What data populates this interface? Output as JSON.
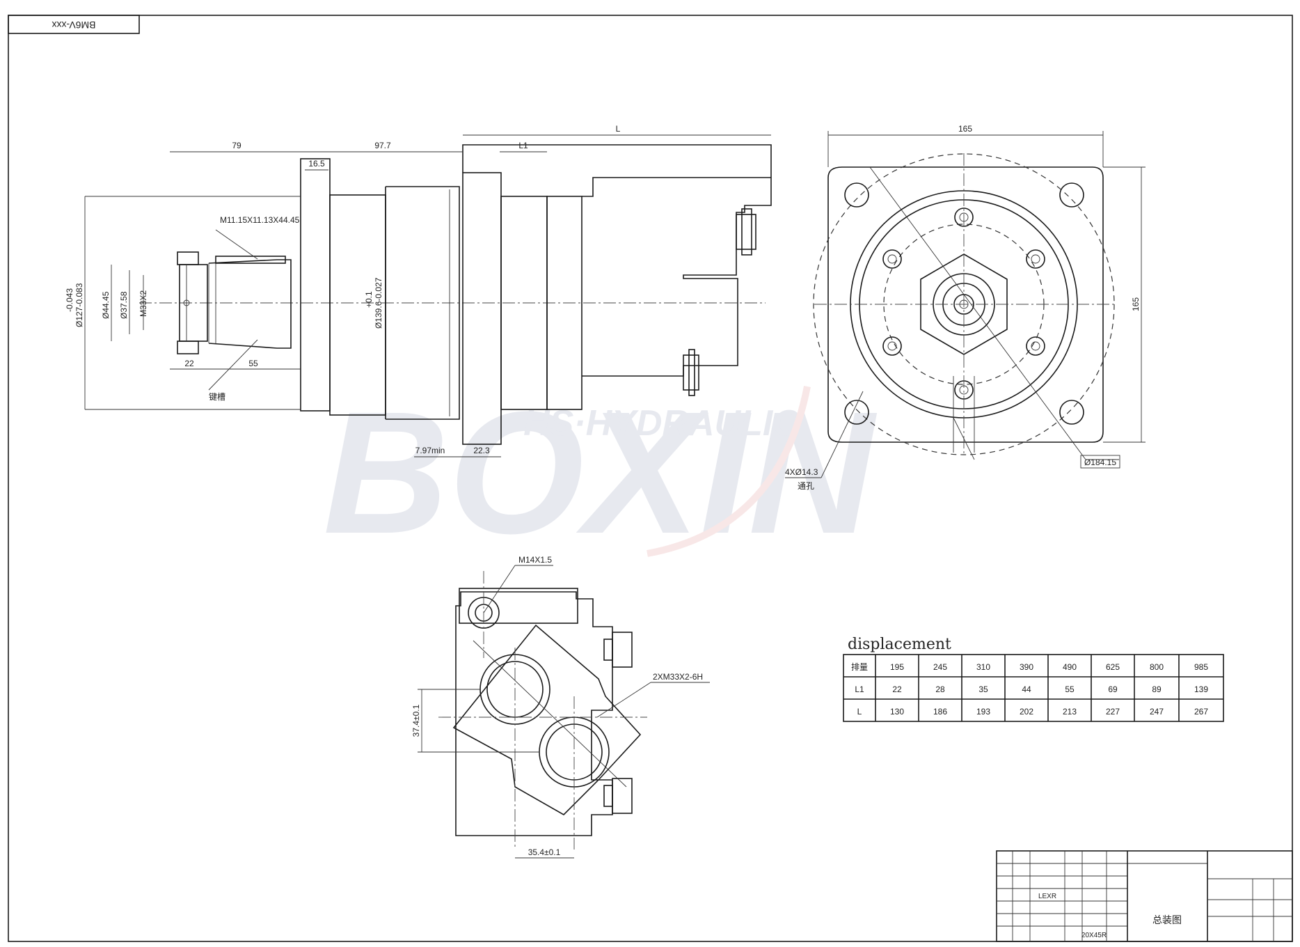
{
  "drawing_code": "BM6V-xxx",
  "watermark": {
    "brand": "BOXIN",
    "tagline": "HS·HYDRAULIC"
  },
  "side_view": {
    "len_79": "79",
    "len_16_5": "16.5",
    "len_97_7": "97.7",
    "len_L": "L",
    "len_L1": "L1",
    "spline": "M11.15X11.13X44.45",
    "dia_127": "Ø127-0.083",
    "dia_127_tol": "-0.043",
    "dia_44_45": "Ø44.45",
    "dia_37_58": "Ø37.58",
    "thread_m33": "M33X2",
    "dia_139_6": "Ø139.6-0.027",
    "dia_139_tol": "+0.1",
    "len_22": "22",
    "len_55": "55",
    "key_note": "键槽",
    "len_7_97": "7.97min",
    "len_22_3": "22.3"
  },
  "front_view": {
    "width_165": "165",
    "height_165": "165",
    "bolt_circle": "Ø184.15",
    "holes": "4XØ14.3",
    "holes_note": "通孔"
  },
  "port_view": {
    "drain_port": "M14X1.5",
    "main_ports": "2XM33X2-6H",
    "dim_37_4": "37.4±0.1",
    "dim_35_4": "35.4±0.1"
  },
  "displacement": {
    "title": "displacement",
    "rows": [
      [
        "排量",
        "195",
        "245",
        "310",
        "390",
        "490",
        "625",
        "800",
        "985"
      ],
      [
        "L1",
        "22",
        "28",
        "35",
        "44",
        "55",
        "69",
        "89",
        "139"
      ],
      [
        "L",
        "130",
        "186",
        "193",
        "202",
        "213",
        "227",
        "247",
        "267"
      ]
    ]
  },
  "title_block": {
    "material": "LEXR",
    "name": "总装图",
    "code": "20X45R"
  }
}
